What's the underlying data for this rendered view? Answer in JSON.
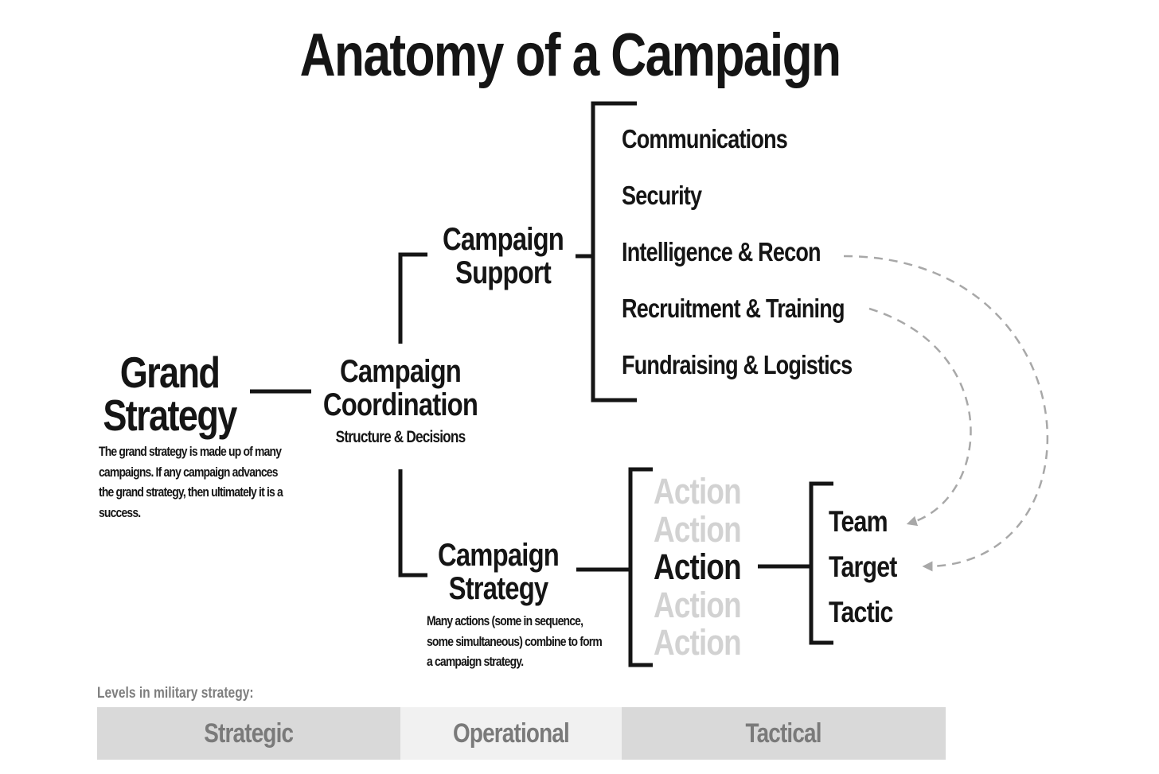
{
  "title": "Anatomy of a Campaign",
  "grand_strategy": {
    "line1": "Grand",
    "line2": "Strategy",
    "description": "The grand strategy is made up of many campaigns. If any campaign advances the grand strategy, then ultimately it is a success."
  },
  "campaign_coordination": {
    "line1": "Campaign",
    "line2": "Coordination",
    "subtitle": "Structure & Decisions"
  },
  "campaign_support": {
    "line1": "Campaign",
    "line2": "Support",
    "items": [
      "Communications",
      "Security",
      "Intelligence & Recon",
      "Recruitment & Training",
      "Fundraising & Logistics"
    ]
  },
  "campaign_strategy": {
    "line1": "Campaign",
    "line2": "Strategy",
    "description": "Many actions (some in sequence, some simultaneous) combine to form a campaign strategy."
  },
  "actions": [
    {
      "label": "Action",
      "faded": true
    },
    {
      "label": "Action",
      "faded": true
    },
    {
      "label": "Action",
      "faded": false
    },
    {
      "label": "Action",
      "faded": true
    },
    {
      "label": "Action",
      "faded": true
    }
  ],
  "action_components": [
    "Team",
    "Target",
    "Tactic"
  ],
  "levels": {
    "label": "Levels in military strategy:",
    "bands": [
      {
        "name": "Strategic",
        "color": "#d9d9d9"
      },
      {
        "name": "Operational",
        "color": "#f1f1f1"
      },
      {
        "name": "Tactical",
        "color": "#d9d9d9"
      }
    ]
  },
  "colors": {
    "ink": "#151515",
    "faded": "#d2d2d2",
    "dashed_arrow": "#a8a8a8"
  }
}
